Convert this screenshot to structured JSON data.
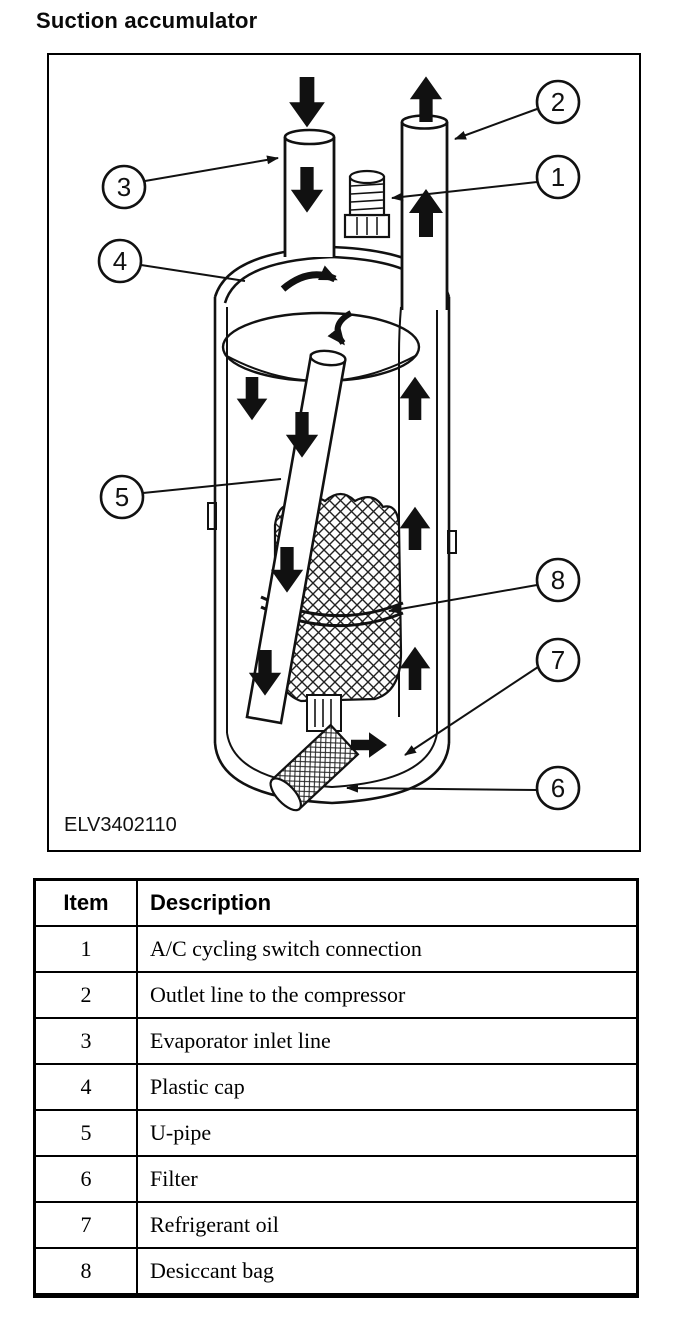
{
  "page": {
    "title": "Suction accumulator"
  },
  "figure": {
    "code": "ELV3402110",
    "callouts": [
      {
        "label": "1"
      },
      {
        "label": "2"
      },
      {
        "label": "3"
      },
      {
        "label": "4"
      },
      {
        "label": "5"
      },
      {
        "label": "6"
      },
      {
        "label": "7"
      },
      {
        "label": "8"
      }
    ]
  },
  "table": {
    "headers": [
      "Item",
      "Description"
    ],
    "rows": [
      {
        "item": "1",
        "description": "A/C cycling switch connection"
      },
      {
        "item": "2",
        "description": "Outlet line to the compressor"
      },
      {
        "item": "3",
        "description": "Evaporator inlet line"
      },
      {
        "item": "4",
        "description": "Plastic cap"
      },
      {
        "item": "5",
        "description": "U-pipe"
      },
      {
        "item": "6",
        "description": "Filter"
      },
      {
        "item": "7",
        "description": "Refrigerant oil"
      },
      {
        "item": "8",
        "description": "Desiccant bag"
      }
    ]
  },
  "colors": {
    "ink": "#111111",
    "paper": "#ffffff"
  }
}
